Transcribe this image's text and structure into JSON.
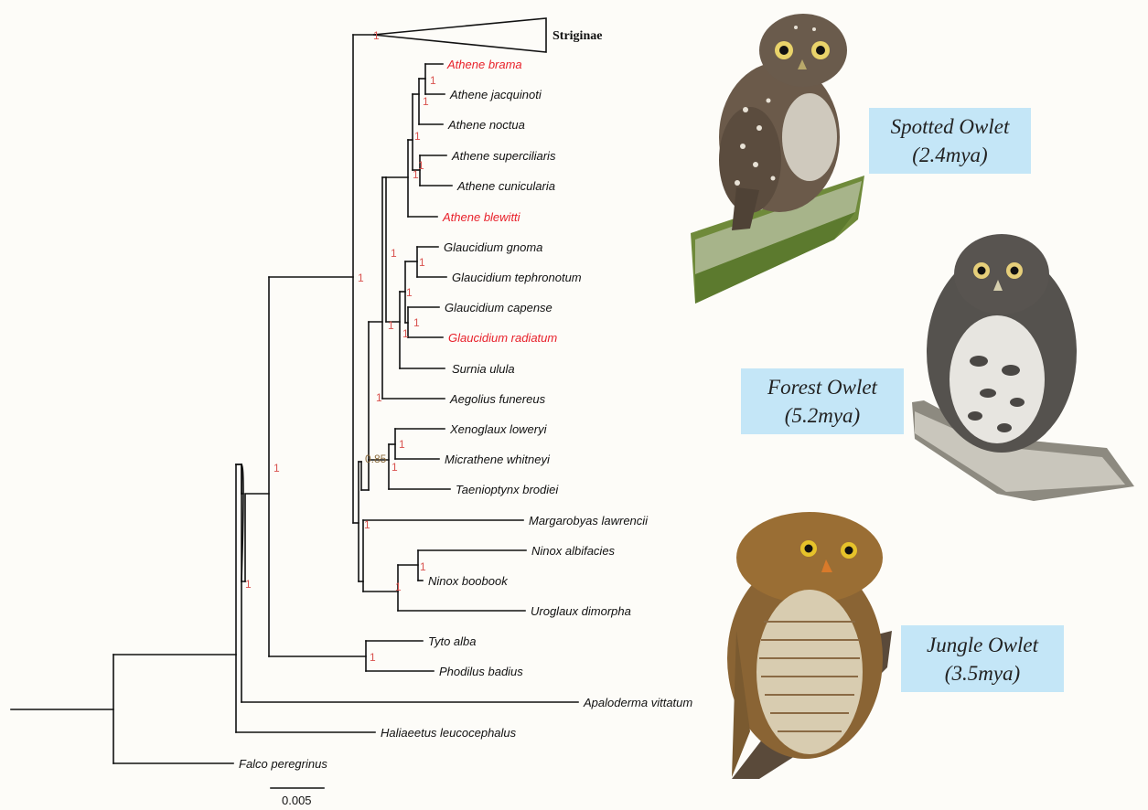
{
  "clade_label": "Striginae",
  "taxa": [
    {
      "name": "Athene brama",
      "highlight": true
    },
    {
      "name": "Athene jacquinoti",
      "highlight": false
    },
    {
      "name": "Athene noctua",
      "highlight": false
    },
    {
      "name": "Athene superciliaris",
      "highlight": false
    },
    {
      "name": "Athene cunicularia",
      "highlight": false
    },
    {
      "name": "Athene blewitti",
      "highlight": true
    },
    {
      "name": "Glaucidium gnoma",
      "highlight": false
    },
    {
      "name": "Glaucidium tephronotum",
      "highlight": false
    },
    {
      "name": "Glaucidium capense",
      "highlight": false
    },
    {
      "name": "Glaucidium radiatum",
      "highlight": true
    },
    {
      "name": "Surnia ulula",
      "highlight": false
    },
    {
      "name": "Aegolius funereus",
      "highlight": false
    },
    {
      "name": "Xenoglaux loweryi",
      "highlight": false
    },
    {
      "name": "Micrathene whitneyi",
      "highlight": false
    },
    {
      "name": "Taenioptynx brodiei",
      "highlight": false
    },
    {
      "name": "Margarobyas lawrencii",
      "highlight": false
    },
    {
      "name": "Ninox albifacies",
      "highlight": false
    },
    {
      "name": "Ninox boobook",
      "highlight": false
    },
    {
      "name": "Uroglaux dimorpha",
      "highlight": false
    },
    {
      "name": "Tyto alba",
      "highlight": false
    },
    {
      "name": "Phodilus badius",
      "highlight": false
    },
    {
      "name": "Apaloderma vittatum",
      "highlight": false
    },
    {
      "name": "Haliaeetus leucocephalus",
      "highlight": false
    },
    {
      "name": "Falco peregrinus",
      "highlight": false
    }
  ],
  "support_values": [
    "1",
    "1",
    "1",
    "1",
    "1",
    "1",
    "1",
    "1",
    "1",
    "1",
    "1",
    "1",
    "1",
    "0.85",
    "1",
    "1",
    "1",
    "1",
    "1",
    "1",
    "1",
    "1",
    "1"
  ],
  "scale_bar": "0.005",
  "boxes": [
    {
      "line1": "Spotted Owlet",
      "line2": "(2.4mya)"
    },
    {
      "line1": "Forest Owlet",
      "line2": "(5.2mya)"
    },
    {
      "line1": "Jungle Owlet",
      "line2": "(3.5mya)"
    }
  ],
  "colors": {
    "highlight": "#e8202a",
    "support": "#d9534f",
    "support_alt": "#8a6a3a",
    "box": "#c4e6f7",
    "branch": "#111111"
  },
  "icons": [
    "spotted-owlet-photo",
    "forest-owlet-photo",
    "jungle-owlet-photo"
  ]
}
